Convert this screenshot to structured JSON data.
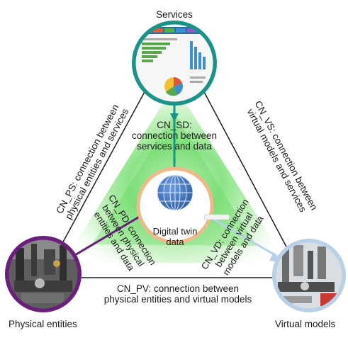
{
  "nodes": {
    "services": "Services",
    "physical": "Physical entities",
    "virtual": "Virtual models",
    "center": {
      "line1": "Digital twin",
      "line2": "data"
    }
  },
  "edges": {
    "ps": {
      "line1": "CN_PS: connection between",
      "line2": "physical entities and services"
    },
    "vs": {
      "line1": "CN_VS: connection between",
      "line2": "virtual models and services"
    },
    "pv": {
      "line1": "CN_PV: connection between",
      "line2": "physical entities and virtual models"
    }
  },
  "spokes": {
    "sd": {
      "line1": "CN_SD:",
      "line2": "connection between",
      "line3": "services and data"
    },
    "pd": {
      "line1": "CN_PD: connection",
      "line2": "between physical",
      "line3": "entities and data"
    },
    "vd": {
      "line1": "CN_VD: connection",
      "line2": "between virtual",
      "line3": "models and data"
    }
  },
  "colors": {
    "services_ring": "#1a9488",
    "physical_ring": "#6a1f7a",
    "virtual_ring": "#b8d0e8",
    "center_ring": "#f0b98a",
    "glow": "#33cc33",
    "globe": "#3f74c4"
  }
}
